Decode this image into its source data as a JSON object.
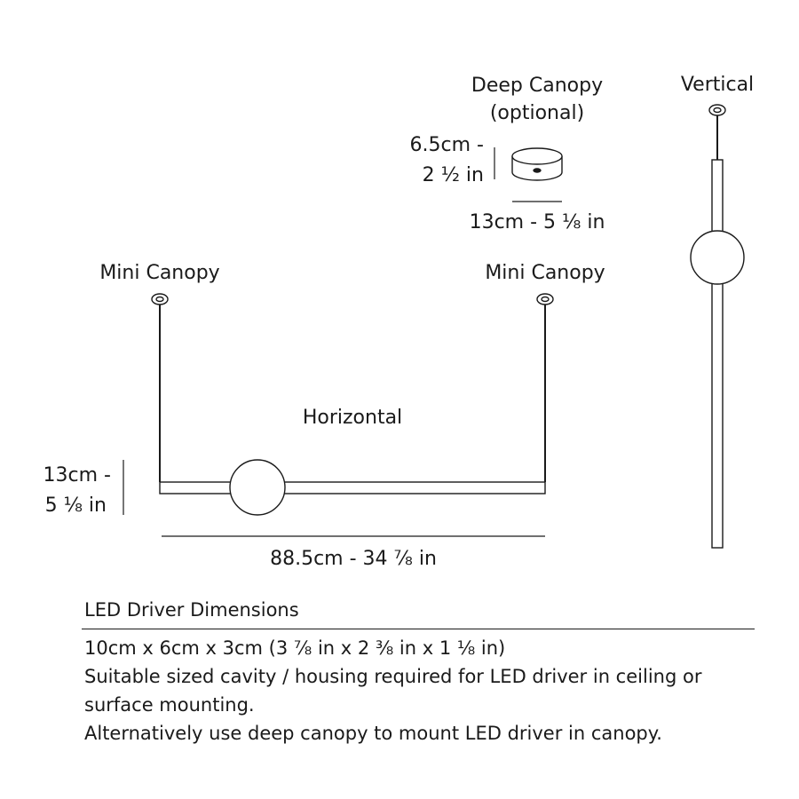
{
  "labels": {
    "deep_canopy": "Deep Canopy",
    "deep_canopy_optional": "(optional)",
    "vertical": "Vertical",
    "deep_height_cm": "6.5cm -",
    "deep_height_in": "2 ½ in",
    "deep_width": "13cm - 5 ⅛ in",
    "mini_canopy_left": "Mini Canopy",
    "mini_canopy_right": "Mini Canopy",
    "horizontal": "Horizontal",
    "drop_cm": "13cm -",
    "drop_in": "5 ⅛ in",
    "horizontal_length": "88.5cm - 34 ⅞ in"
  },
  "driver": {
    "title": "LED Driver Dimensions",
    "lines": [
      "10cm x 6cm x 3cm (3 ⅞ in x 2 ⅜ in x 1 ⅛ in)",
      "Suitable sized cavity / housing required for LED driver in ceiling or",
      "surface mounting.",
      "Alternatively use deep canopy to mount LED driver in canopy."
    ]
  }
}
